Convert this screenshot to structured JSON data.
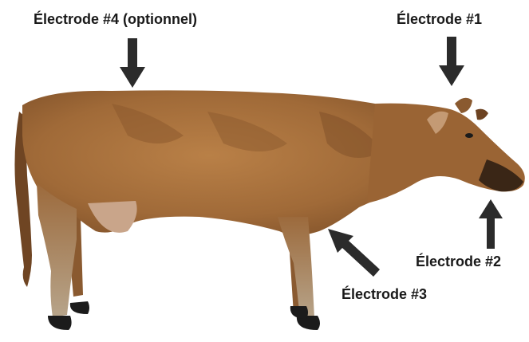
{
  "labels": {
    "electrode_4": "Électrode #4 (optionnel)",
    "electrode_1": "Électrode #1",
    "electrode_2": "Électrode #2",
    "electrode_3": "Électrode #3"
  },
  "colors": {
    "arrow": "#2b2b2b",
    "cow_body": "#a8703c",
    "cow_dark": "#7a4a24",
    "hoof": "#1b1b1b"
  }
}
